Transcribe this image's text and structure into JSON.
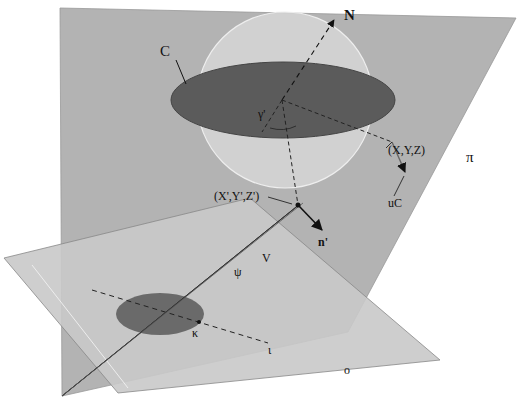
{
  "diagram": {
    "labels": [
      "N",
      "C",
      "γ'",
      "(X,Y,Z)",
      "(X',Y',Z')",
      "n'",
      "uC",
      "π",
      "V",
      "ψ",
      "κ",
      "ι",
      "o"
    ]
  }
}
